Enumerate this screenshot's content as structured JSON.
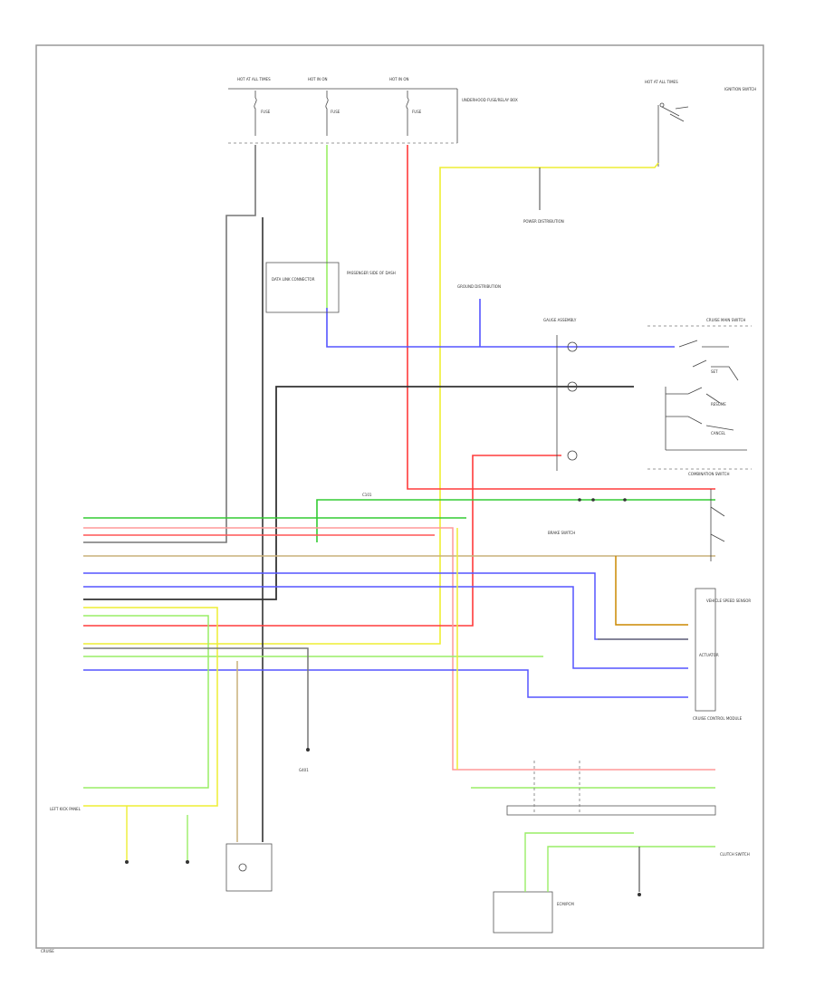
{
  "diagram": {
    "wire_colors": {
      "red": "#ff3b3b",
      "green": "#33cc33",
      "lightgreen": "#99ee66",
      "blue": "#5555ff",
      "yellow": "#eeee33",
      "gray": "#7a7a7a",
      "black": "#333333",
      "orange": "#cc8800",
      "tan": "#c8b07a",
      "pink": "#ff9999",
      "frame": "#999999"
    },
    "fuse_block": {
      "hot_labels": [
        "HOT AT ALL TIMES",
        "HOT IN ON",
        "HOT IN ON"
      ],
      "fuse_labels": [
        "FUSE",
        "FUSE",
        "FUSE"
      ],
      "panel_label": "UNDERHOOD FUSE/RELAY BOX"
    },
    "ignition": {
      "label": "IGNITION SWITCH",
      "hot_label": "HOT AT ALL TIMES"
    },
    "labels": {
      "ground_dist": "GROUND DISTRIBUTION",
      "pwr_dist": "POWER DISTRIBUTION",
      "dlc": "DATA LINK CONNECTOR",
      "dlc_side": "PASSENGER SIDE OF DASH",
      "cruise_main": "CRUISE MAIN SWITCH",
      "combo_switch": "COMBINATION SWITCH",
      "set": "SET",
      "resume": "RESUME",
      "cancel": "CANCEL",
      "brake_switch": "BRAKE SWITCH",
      "gauge_assembly": "GAUGE ASSEMBLY",
      "vss": "VEHICLE SPEED SENSOR",
      "module": "CRUISE CONTROL MODULE",
      "actuator": "ACTUATOR",
      "clutch_switch": "CLUTCH SWITCH",
      "ecm": "ECM/PCM",
      "left_kick": "LEFT KICK PANEL",
      "ground": "G401",
      "connector": "C101",
      "footer_code": "CRUISE"
    }
  }
}
